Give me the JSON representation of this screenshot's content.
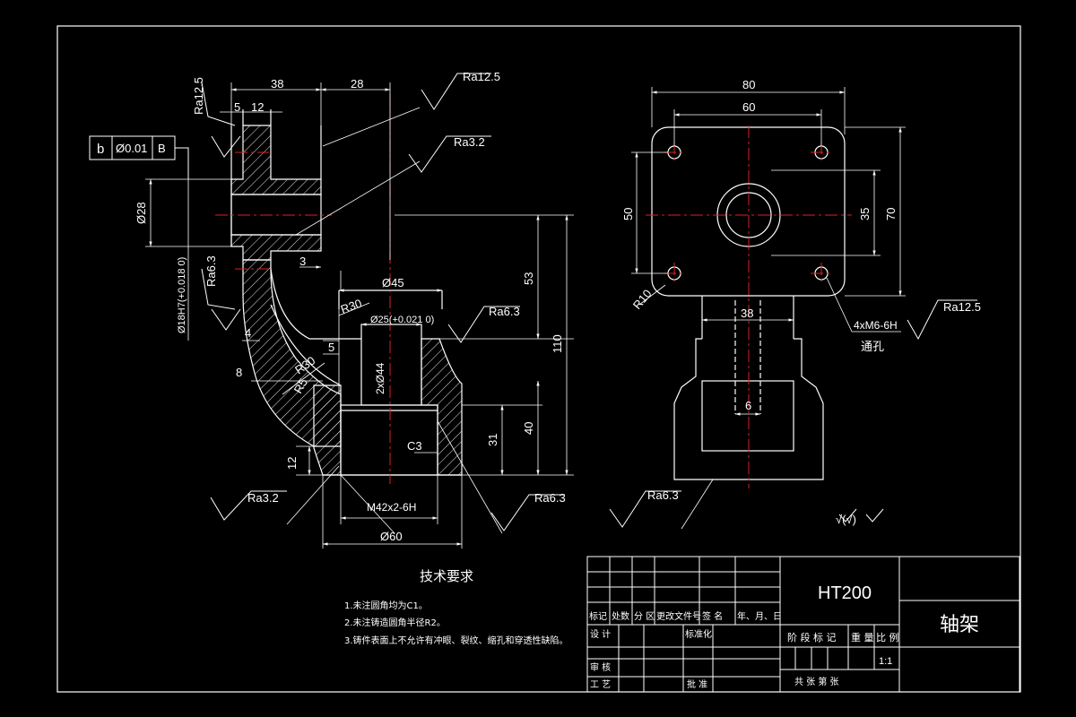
{
  "front_view": {
    "dims": {
      "d38": "38",
      "d28": "28",
      "d5": "5",
      "d12": "12",
      "ra_top_left": "Ra12.5",
      "ra_top_right": "Ra12.5",
      "ra_mid": "Ra3.2",
      "d_bore28": "Ø28",
      "d_fit": "Ø18H7(+0.018 0)",
      "ra_left_mid": "Ra6.3",
      "d3": "3",
      "d4": "4",
      "d8": "8",
      "d5b": "5",
      "d45": "Ø45",
      "r30a": "R30",
      "r30b": "R30",
      "r5": "R5",
      "d25": "Ø25(+0.021 0)",
      "ra_boss": "Ra6.3",
      "holes": "2xØ44",
      "c3": "C3",
      "d53": "53",
      "d110": "110",
      "d40": "40",
      "d31": "31",
      "d12b": "12",
      "thread": "M42x2-6H",
      "d60": "Ø60",
      "ra_bottom_left": "Ra3.2",
      "ra_bottom_right": "Ra6.3"
    },
    "tolerance_frame": {
      "symbol": "b",
      "value": "Ø0.01",
      "datum": "B"
    }
  },
  "side_view": {
    "dims": {
      "d80": "80",
      "d60": "60",
      "d50": "50",
      "d35": "35",
      "d70": "70",
      "r10": "R10",
      "d38": "38",
      "d6": "6",
      "thread_note": "4xM6-6H",
      "through": "通孔",
      "ra_right": "Ra12.5",
      "ra_bottom": "Ra6.3"
    }
  },
  "general_roughness": "√(√)",
  "tech_requirements": {
    "title": "技术要求",
    "items": [
      "1.未注圆角均为C1。",
      "2.未注铸造圆角半径R2。",
      "3.铸件表面上不允许有冲眼、裂纹、缩孔和穿透性缺陷。"
    ]
  },
  "title_block": {
    "material": "HT200",
    "part_name": "轴架",
    "scale": "1:1",
    "revision_headers": [
      "标记",
      "处数",
      "分 区",
      "更改文件号",
      "签 名",
      "年、月、日"
    ],
    "design": "设 计",
    "standard": "标准化",
    "stage": "阶 段 标 记",
    "weight": "重 量",
    "ratio": "比 例",
    "review": "审 核",
    "process": "工 艺",
    "approve": "批 准",
    "sheets": "共    张  第    张"
  }
}
